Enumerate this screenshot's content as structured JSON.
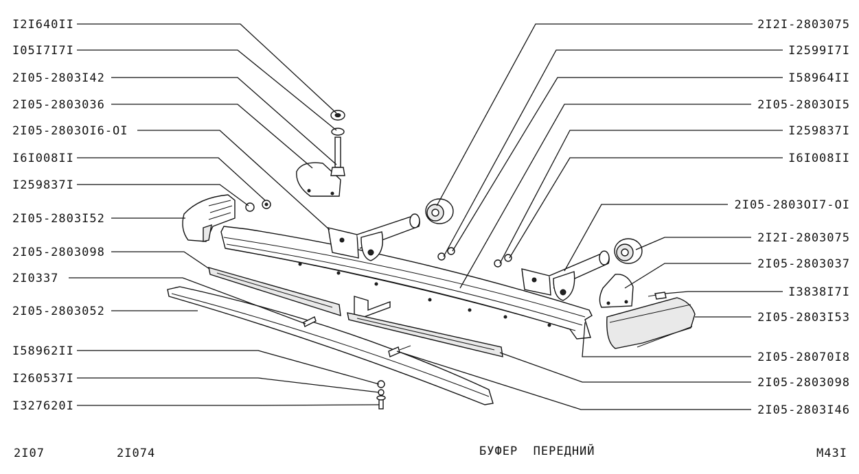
{
  "diagram": {
    "callouts_left": [
      {
        "id": "l1",
        "text": "I2I640II"
      },
      {
        "id": "l2",
        "text": "I05I7I7I"
      },
      {
        "id": "l3",
        "text": "2I05-2803I42"
      },
      {
        "id": "l4",
        "text": "2I05-2803036"
      },
      {
        "id": "l5",
        "text": "2I05-2803OI6-OI"
      },
      {
        "id": "l6",
        "text": "I6I008II"
      },
      {
        "id": "l7",
        "text": "I259837I"
      },
      {
        "id": "l8",
        "text": "2I05-2803I52"
      },
      {
        "id": "l9",
        "text": "2I05-2803098"
      },
      {
        "id": "l10",
        "text": "2I0337"
      },
      {
        "id": "l11",
        "text": "2I05-2803052"
      },
      {
        "id": "l12",
        "text": "I58962II"
      },
      {
        "id": "l13",
        "text": "I260537I"
      },
      {
        "id": "l14",
        "text": "I327620I"
      }
    ],
    "callouts_right": [
      {
        "id": "r1",
        "text": "2I2I-2803075"
      },
      {
        "id": "r2",
        "text": "I2599I7I"
      },
      {
        "id": "r3",
        "text": "I58964II"
      },
      {
        "id": "r4",
        "text": "2I05-2803OI5"
      },
      {
        "id": "r5",
        "text": "I259837I"
      },
      {
        "id": "r6",
        "text": "I6I008II"
      },
      {
        "id": "r7",
        "text": "2I05-2803OI7-OI"
      },
      {
        "id": "r8",
        "text": "2I2I-2803075"
      },
      {
        "id": "r9",
        "text": "2I05-2803037"
      },
      {
        "id": "r10",
        "text": "I3838I7I"
      },
      {
        "id": "r11",
        "text": "2I05-2803I53"
      },
      {
        "id": "r12",
        "text": "2I05-28070I8"
      },
      {
        "id": "r13",
        "text": "2I05-2803098"
      },
      {
        "id": "r14",
        "text": "2I05-2803I46"
      }
    ]
  },
  "footer": {
    "model_1": "2I07",
    "model_2": "2I074",
    "title": "БУФЕР  ПЕРЕДНИЙ",
    "sheet": "M43I"
  }
}
